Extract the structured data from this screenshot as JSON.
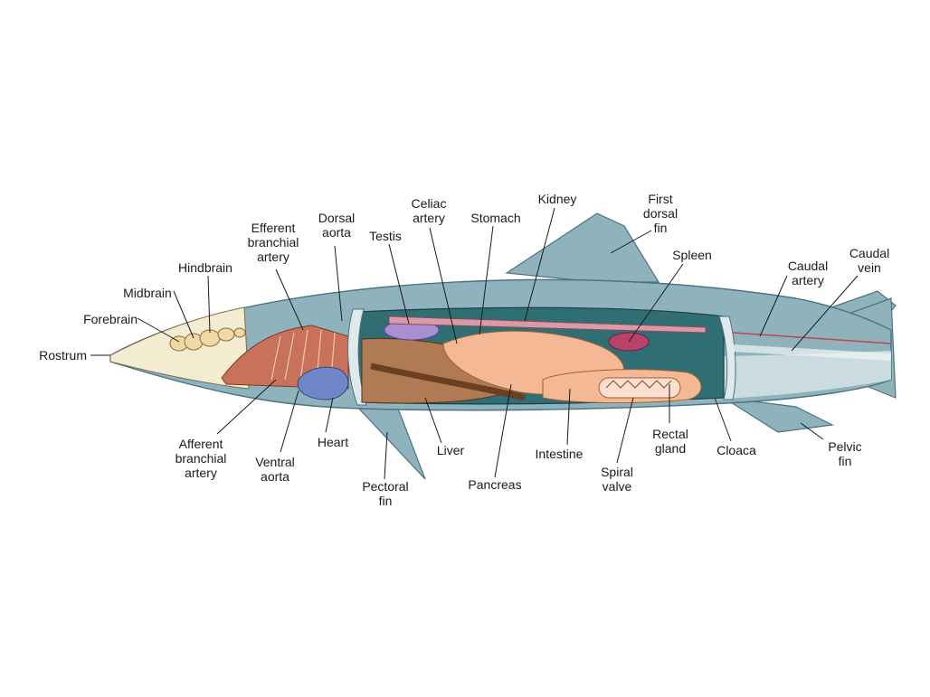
{
  "labels": {
    "rostrum": "Rostrum",
    "forebrain": "Forebrain",
    "midbrain": "Midbrain",
    "hindbrain": "Hindbrain",
    "efferent_branchial_artery": "Efferent\nbranchial\nartery",
    "dorsal_aorta": "Dorsal\naorta",
    "testis": "Testis",
    "celiac_artery": "Celiac\nartery",
    "stomach": "Stomach",
    "kidney": "Kidney",
    "first_dorsal_fin": "First\ndorsal\nfin",
    "spleen": "Spleen",
    "caudal_artery": "Caudal\nartery",
    "caudal_vein": "Caudal\nvein",
    "afferent_branchial_artery": "Afferent\nbranchial\nartery",
    "ventral_aorta": "Ventral\naorta",
    "heart": "Heart",
    "pectoral_fin": "Pectoral\nfin",
    "liver": "Liver",
    "pancreas": "Pancreas",
    "intestine": "Intestine",
    "spiral_valve": "Spiral\nvalve",
    "rectal_gland": "Rectal\ngland",
    "cloaca": "Cloaca",
    "pelvic_fin": "Pelvic\nfin"
  },
  "colors": {
    "body_skin": "#8fb3bd",
    "body_dark": "#5f8a96",
    "belly": "#d9e6ea",
    "snout": "#f3ecd0",
    "liver": "#b07a55",
    "liver_dark": "#6b3f22",
    "intestine": "#f4b894",
    "heart": "#6f87c9",
    "gills": "#c8725c",
    "testis": "#a98ed1",
    "artery": "#c0435a",
    "cavity": "#2f6f74"
  }
}
